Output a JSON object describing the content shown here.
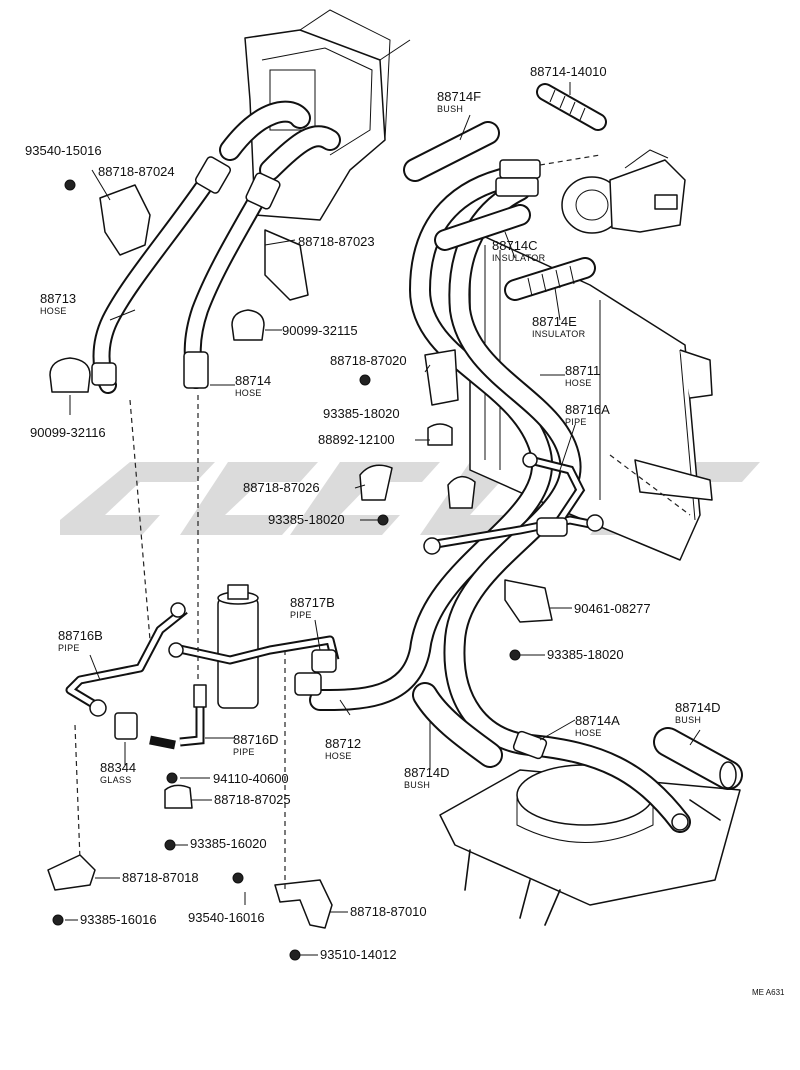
{
  "diagram_code": "ME A631",
  "labels": {
    "l_93540_15016": {
      "part": "93540-15016"
    },
    "l_88718_87024": {
      "part": "88718-87024"
    },
    "l_88713": {
      "part": "88713",
      "desc": "HOSE"
    },
    "l_90099_32116": {
      "part": "90099-32116"
    },
    "l_88718_87023": {
      "part": "88718-87023"
    },
    "l_90099_32115": {
      "part": "90099-32115"
    },
    "l_88714": {
      "part": "88714",
      "desc": "HOSE"
    },
    "l_88714_14010": {
      "part": "88714-14010"
    },
    "l_88714F": {
      "part": "88714F",
      "desc": "BUSH"
    },
    "l_88714C": {
      "part": "88714C",
      "desc": "INSULATOR"
    },
    "l_88714E": {
      "part": "88714E",
      "desc": "INSULATOR"
    },
    "l_88718_87020": {
      "part": "88718-87020"
    },
    "l_88711": {
      "part": "88711",
      "desc": "HOSE"
    },
    "l_93385_18020_a": {
      "part": "93385-18020"
    },
    "l_88716A": {
      "part": "88716A",
      "desc": "PIPE"
    },
    "l_88892_12100": {
      "part": "88892-12100"
    },
    "l_88718_87026": {
      "part": "88718-87026"
    },
    "l_93385_18020_b": {
      "part": "93385-18020"
    },
    "l_88716B": {
      "part": "88716B",
      "desc": "PIPE"
    },
    "l_88717B": {
      "part": "88717B",
      "desc": "PIPE"
    },
    "l_90461_08277": {
      "part": "90461-08277"
    },
    "l_93385_18020_c": {
      "part": "93385-18020"
    },
    "l_88344": {
      "part": "88344",
      "desc": "GLASS"
    },
    "l_88716D": {
      "part": "88716D",
      "desc": "PIPE"
    },
    "l_88712": {
      "part": "88712",
      "desc": "HOSE"
    },
    "l_88714D_a": {
      "part": "88714D",
      "desc": "BUSH"
    },
    "l_88714A": {
      "part": "88714A",
      "desc": "HOSE"
    },
    "l_88714D_b": {
      "part": "88714D",
      "desc": "BUSH"
    },
    "l_94110_40600": {
      "part": "94110-40600"
    },
    "l_88718_87025": {
      "part": "88718-87025"
    },
    "l_93385_16020": {
      "part": "93385-16020"
    },
    "l_88718_87018": {
      "part": "88718-87018"
    },
    "l_93385_16016": {
      "part": "93385-16016"
    },
    "l_93540_16016": {
      "part": "93540-16016"
    },
    "l_88718_87010": {
      "part": "88718-87010"
    },
    "l_93510_14012": {
      "part": "93510-14012"
    }
  }
}
